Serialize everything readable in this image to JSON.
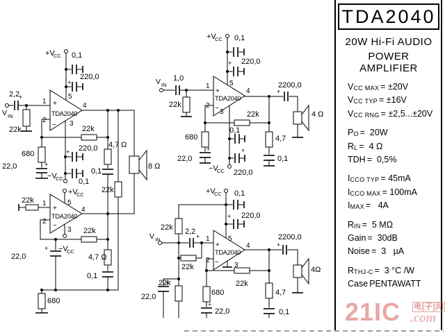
{
  "panel": {
    "title": "TDA2040",
    "subtitle1": "20W Hi-Fi AUDIO",
    "subtitle2": "POWER AMPLIFIER",
    "specs": [
      {
        "sym": "V",
        "sub": "CC MAX",
        "val": "= ±20V"
      },
      {
        "sym": "V",
        "sub": "CC TYP",
        "val": "= ±16V"
      },
      {
        "sym": "V",
        "sub": "CC RNG",
        "val": "= ±2,5...±20V"
      },
      {
        "sym": "P",
        "sub": "O",
        "val": "=  20W"
      },
      {
        "sym": "R",
        "sub": "L",
        "val": "=  4 Ω"
      },
      {
        "sym": "TDH",
        "sub": "",
        "val": "=  0,5%"
      },
      {
        "sym": "I",
        "sub": "CCO TYP",
        "val": "= 45mA"
      },
      {
        "sym": "I",
        "sub": "CCO MAX",
        "val": "= 100mA"
      },
      {
        "sym": "I",
        "sub": "MAX",
        "val": "=   4A"
      },
      {
        "sym": "R",
        "sub": "IN",
        "val": "=  5 MΩ"
      },
      {
        "sym": "Gain",
        "sub": "",
        "val": "=  30dB"
      },
      {
        "sym": "Noise",
        "sub": "",
        "val": "=  3   µA"
      },
      {
        "sym": "R",
        "sub": "THJ-C",
        "val": "=  3 °C /W"
      },
      {
        "sym": "Case",
        "sub": "",
        "val": "PENTAWATT"
      }
    ]
  },
  "watermark": {
    "brand": "21IC",
    "cjk1": "电",
    "cjk2": "子",
    "cjk3": "网",
    "tld": ".com"
  },
  "shared": {
    "chip": "TDA2040",
    "p1": "1",
    "p2": "2",
    "p3": "3",
    "p4": "4",
    "p5": "5",
    "plus": "+",
    "minus": "−",
    "vpos": "+V",
    "vneg": "−V",
    "vcc_sub": "CC",
    "vin": "V",
    "vin_sub": "IN"
  },
  "c1": {
    "vin_cap": "2,2",
    "r_in": "22k",
    "r_fb": "22k",
    "r_gnd": "680",
    "c_gnd": "22,0",
    "sup_c1": "0,1",
    "sup_c2": "220,0",
    "nsup_c1": "220,0",
    "nsup_c2": "0,1",
    "z_r": "4,7",
    "z_ohm": "Ω",
    "z_c": "0,1",
    "r_bridge": "22k",
    "speaker": "8 Ω",
    "a2_r_in": "22k",
    "a2_r_fb": "22k",
    "a2_c_fb": "22,0",
    "a2_z_r": "4,7 Ω",
    "a2_z_c": "0,1",
    "a2_r_gnd": "680"
  },
  "c2": {
    "c_in": "1,0",
    "r_in": "22k",
    "sup_c1": "0,1",
    "sup_c2": "220,0",
    "nsup_c1": "0,1",
    "nsup_c2": "220,0",
    "r_fb": "22k",
    "r_gnd": "680",
    "c_gnd": "22,0",
    "z_r": "4,7",
    "z_c": "0,1",
    "c_out": "2200,0",
    "speaker": "4 Ω"
  },
  "c3": {
    "r_top": "22k",
    "c_in": "2,2",
    "r_par": "22k",
    "r_div": "22k",
    "c_div": "22,0",
    "sup_c1": "0,1",
    "sup_c2": "220,0",
    "r_fb": "22k",
    "r_gnd": "680",
    "c_gnd": "22,0",
    "z_r": "4,7",
    "z_c": "0,1",
    "c_out": "2200,0",
    "speaker": "4Ω"
  }
}
